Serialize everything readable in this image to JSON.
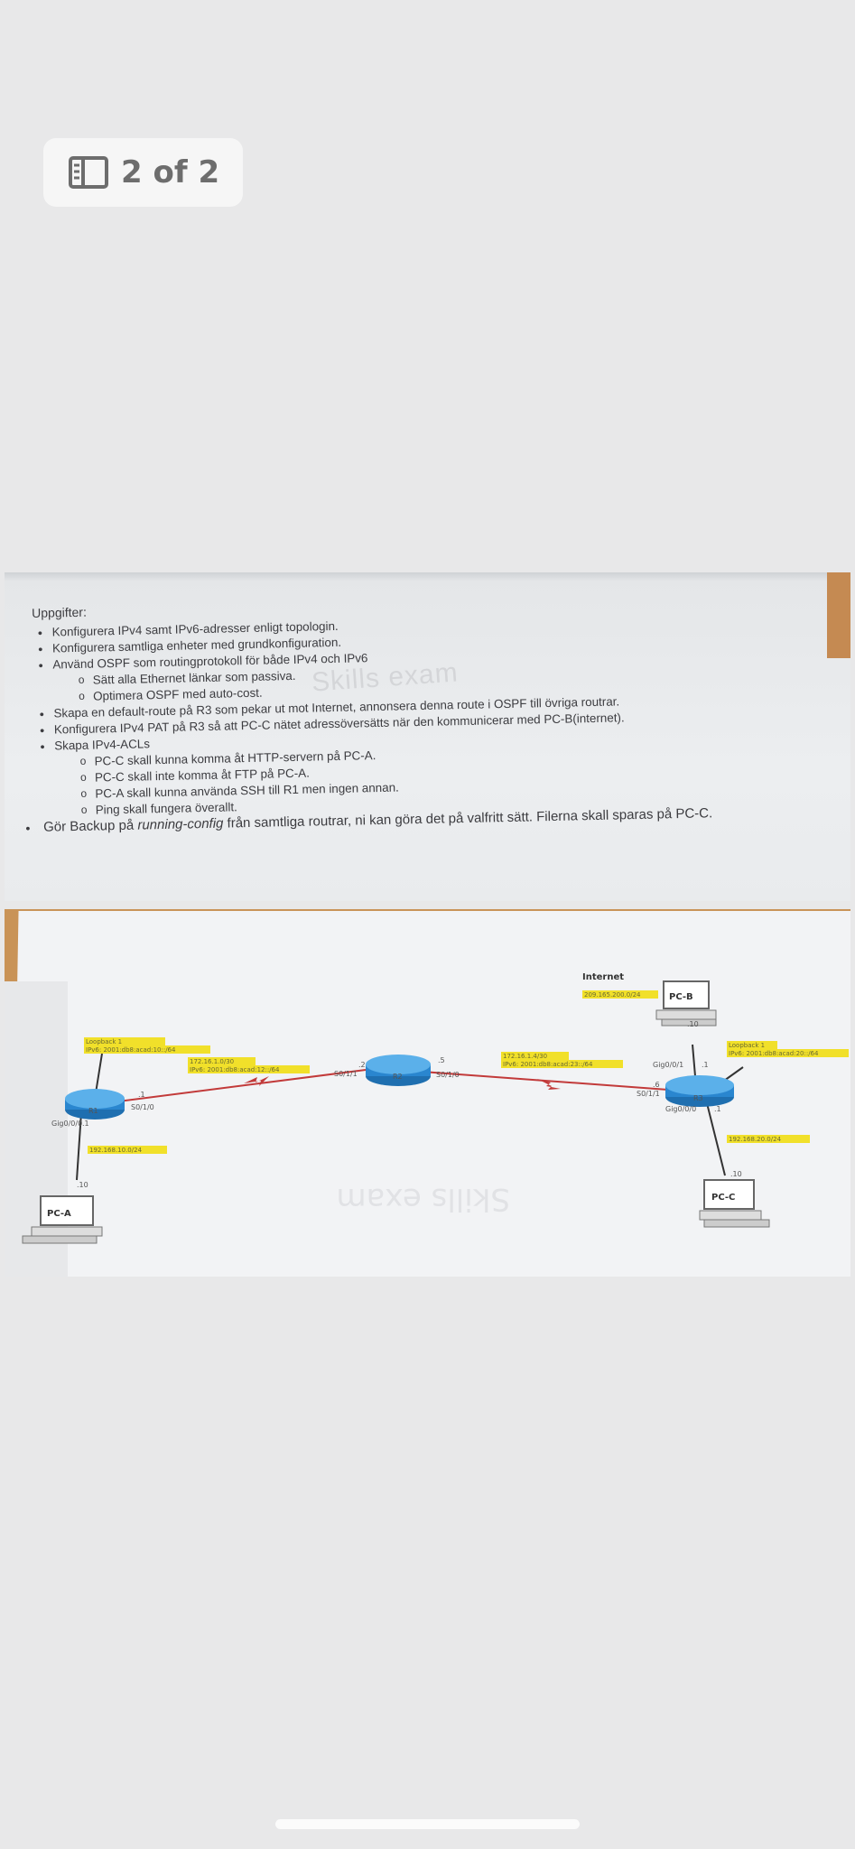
{
  "viewer": {
    "counter": "2 of 2",
    "icon": "sidebar-icon"
  },
  "doc": {
    "heading": "Uppgifter:",
    "items": [
      {
        "level": 1,
        "text": "Konfigurera IPv4 samt IPv6-adresser enligt topologin."
      },
      {
        "level": 1,
        "text": "Konfigurera samtliga enheter med grundkonfiguration."
      },
      {
        "level": 1,
        "text": "Använd OSPF som routingprotokoll för både IPv4 och IPv6"
      },
      {
        "level": 2,
        "text": "Sätt alla Ethernet länkar som passiva."
      },
      {
        "level": 2,
        "text": "Optimera OSPF med auto-cost."
      },
      {
        "level": 1,
        "text": "Skapa en default-route på R3 som pekar ut mot Internet, annonsera denna route i OSPF till övriga routrar."
      },
      {
        "level": 1,
        "text": "Konfigurera IPv4 PAT på R3 så att PC-C nätet adressöversätts när den kommunicerar med PC-B(internet)."
      },
      {
        "level": 1,
        "text": "Skapa IPv4-ACLs"
      },
      {
        "level": 2,
        "text": "PC-C skall kunna komma åt HTTP-servern på PC-A."
      },
      {
        "level": 2,
        "text": "PC-C skall inte komma åt FTP på PC-A."
      },
      {
        "level": 2,
        "text": "PC-A skall kunna använda SSH till R1 men ingen annan."
      },
      {
        "level": 2,
        "text": "Ping skall fungera överallt."
      }
    ],
    "last_prefix": "Gör Backup på ",
    "last_italic": "running-config",
    "last_suffix": " från samtliga routrar, ni kan göra det på valfritt sätt. Filerna skall sparas på PC-C.",
    "watermark": "Skills exam"
  },
  "topology": {
    "internet": "Internet",
    "internet_net": "209.165.200.0/24",
    "pcb": "PC-B",
    "pca": "PC-A",
    "pcc": "PC-C",
    "r1": "R1",
    "r2": "R2",
    "r3": "R3",
    "lo_r1_a": "Loopback 1",
    "lo_r1_b": "IPv6: 2001:db8:acad:10::/64",
    "lo_r3_a": "Loopback 1",
    "lo_r3_b": "IPv6: 2001:db8:acad:20::/64",
    "link12_a": "172.16.1.0/30",
    "link12_b": "IPv6: 2001:db8:acad:12::/64",
    "link23_a": "172.16.1.4/30",
    "link23_b": "IPv6: 2001:db8:acad:23::/64",
    "lan_a": "192.168.10.0/24",
    "lan_c": "192.168.20.0/24",
    "r1_s": "S0/1/0",
    "r1_g": "Gig0/0/0",
    "r2_s1": "S0/1/1",
    "r2_s0": "S0/1/0",
    "r3_s": "S0/1/1",
    "r3_g1": "Gig0/0/1",
    "r3_g0": "Gig0/0/0",
    "d1": ".1",
    "d2": ".2",
    "d5": ".5",
    "d6": ".6",
    "d10": ".10",
    "watermark": "Skills exam"
  }
}
